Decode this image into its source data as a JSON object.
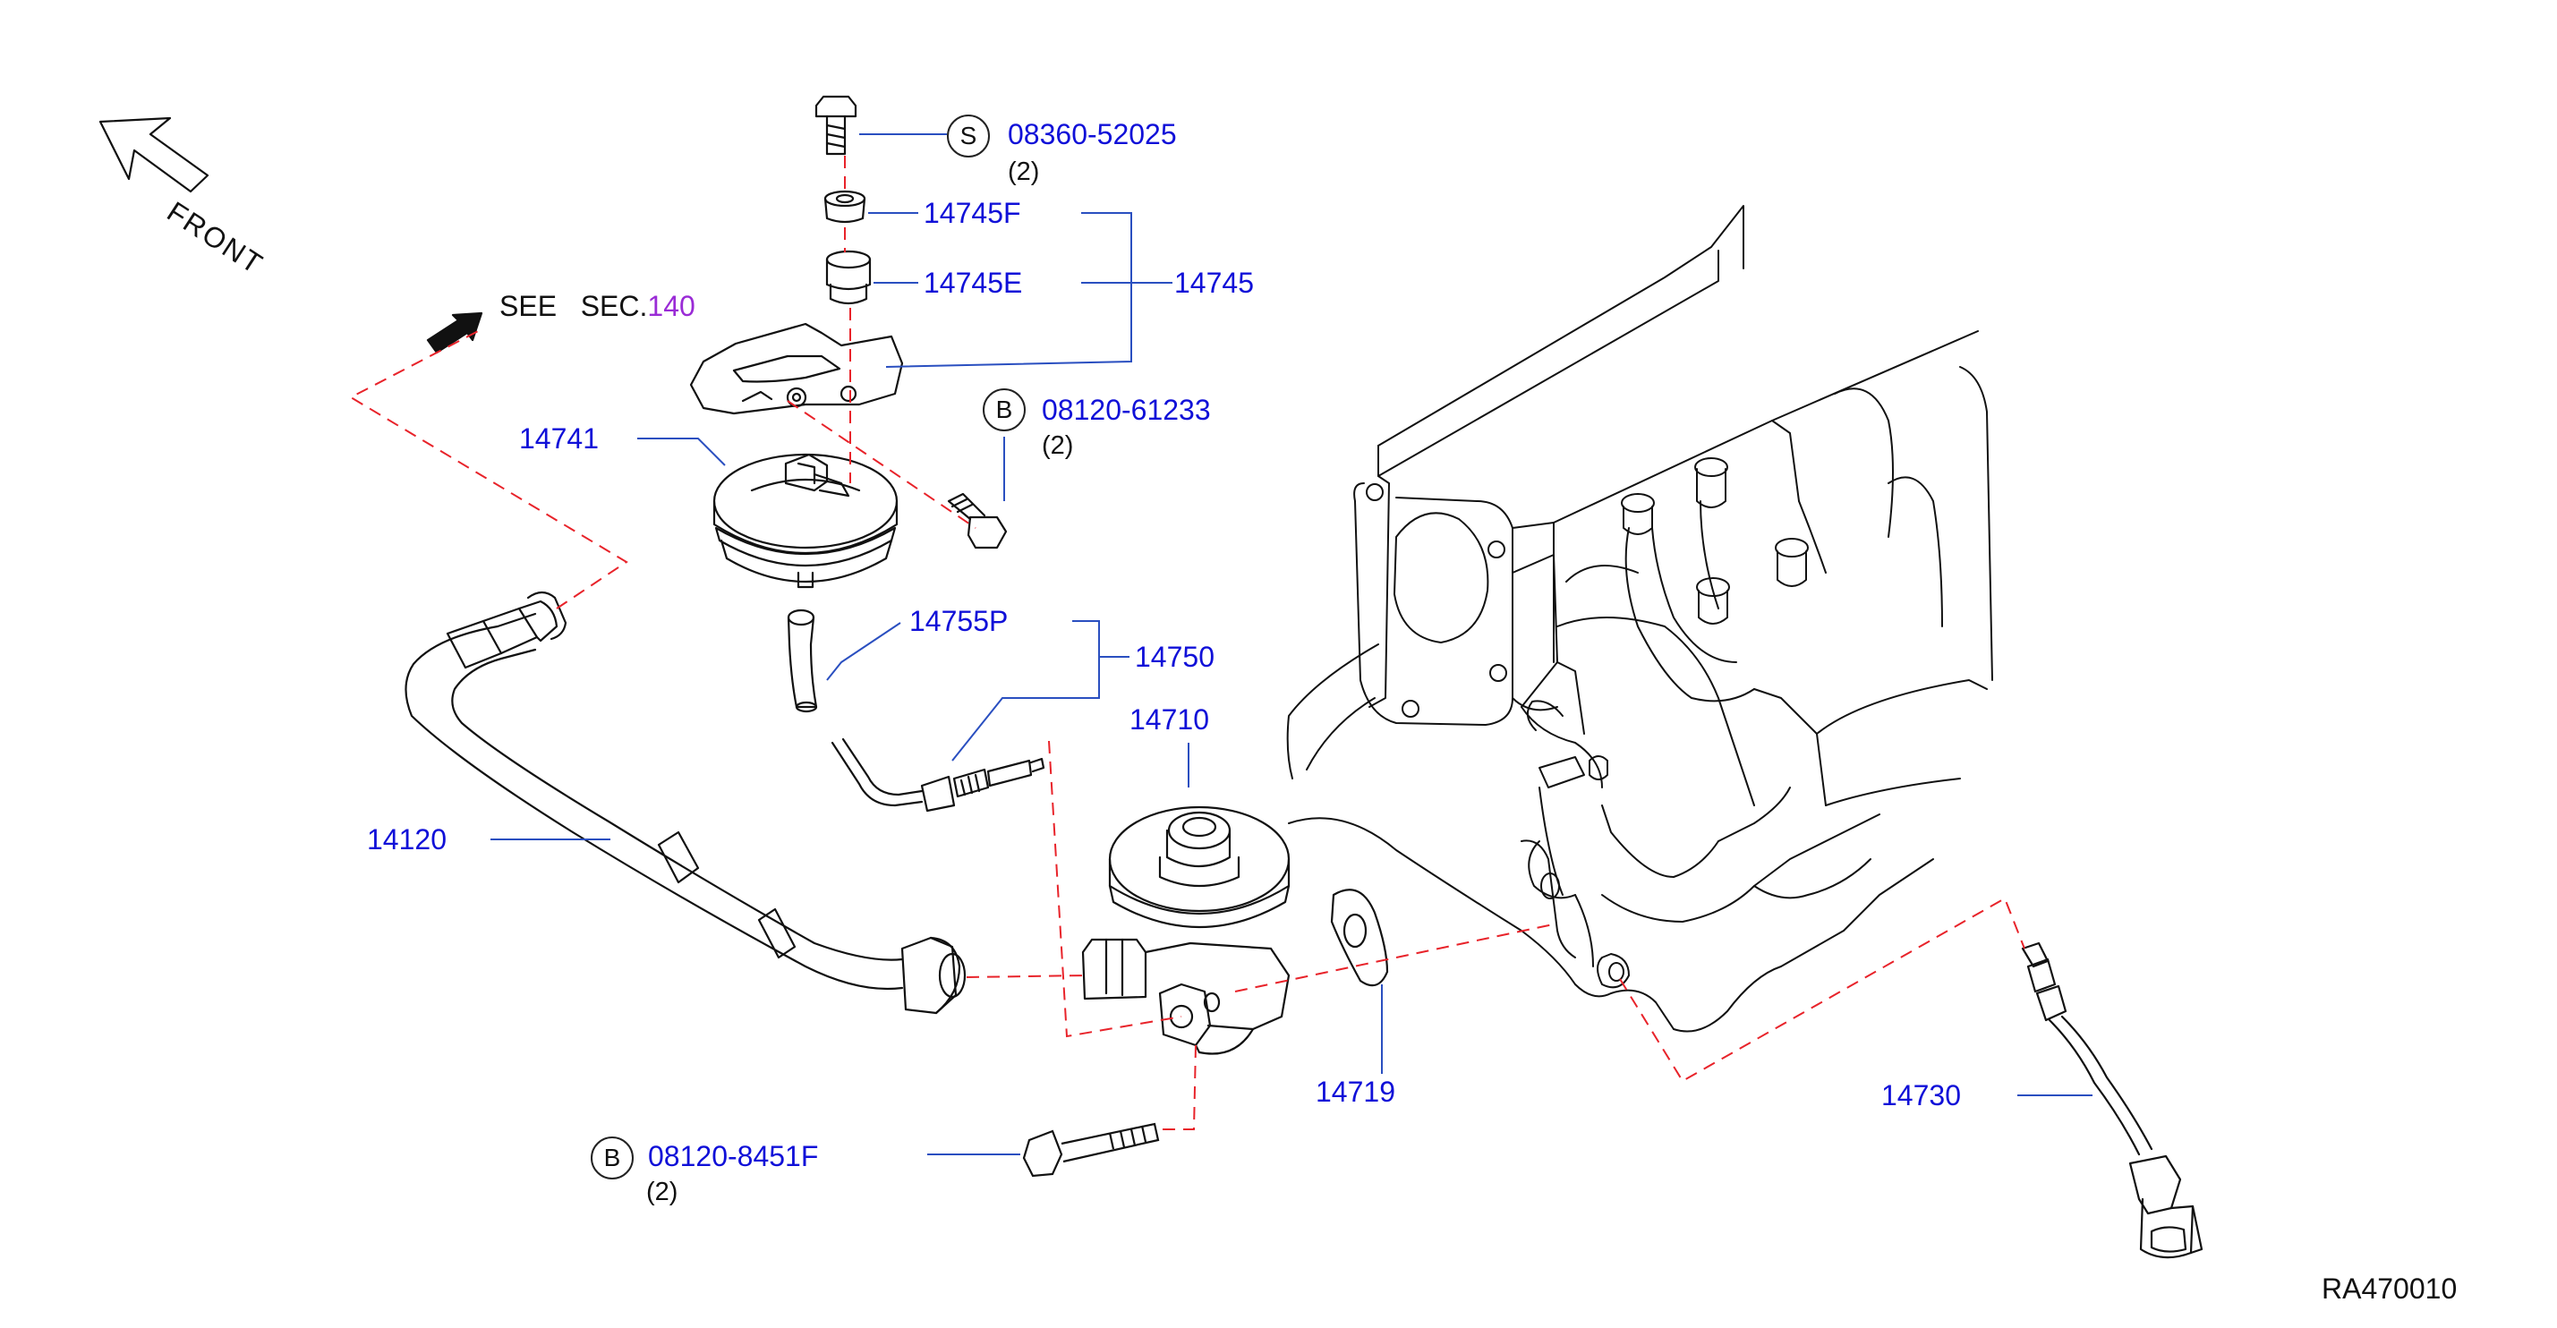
{
  "front_label": "FRONT",
  "see_section": {
    "prefix": "SEE",
    "sec": "SEC.",
    "number": "140"
  },
  "callouts": {
    "bolt_s": {
      "circle": "S",
      "part": "08360-52025",
      "qty": "(2)"
    },
    "bolt_b_top": {
      "circle": "B",
      "part": "08120-61233",
      "qty": "(2)"
    },
    "bolt_b_bottom": {
      "circle": "B",
      "part": "08120-8451F",
      "qty": "(2)"
    }
  },
  "parts": {
    "p14745F": "14745F",
    "p14745E": "14745E",
    "p14745": "14745",
    "p14741": "14741",
    "p14755P": "14755P",
    "p14750": "14750",
    "p14710": "14710",
    "p14120": "14120",
    "p14719": "14719",
    "p14730": "14730"
  },
  "diagram_id": "RA470010",
  "colors": {
    "part_number": "#1010d8",
    "section_ref": "#9a2bd6",
    "leader": "#2a4fc0",
    "dashed": "#e8232a",
    "line": "#111111"
  }
}
